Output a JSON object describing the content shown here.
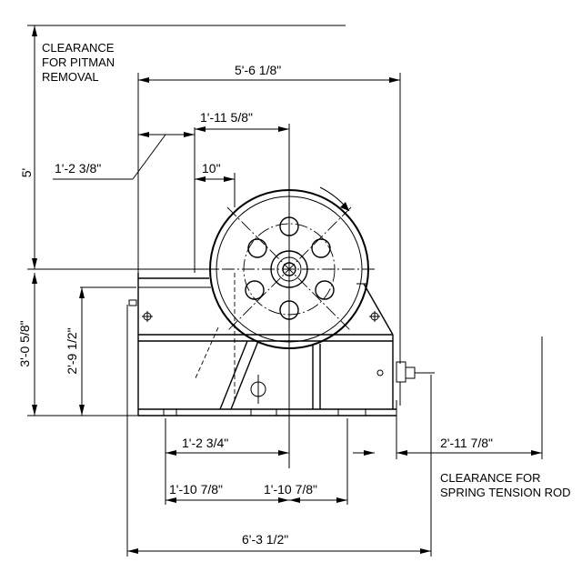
{
  "dimensions": {
    "clearance_height": "5'",
    "overall_depth": "5'-6 1/8\"",
    "flywheel_center_offset": "1'-11 5/8\"",
    "left_offset": "1'-2 3/8\"",
    "inner_offset": "10\"",
    "overall_height": "3'-0 5/8\"",
    "frame_height": "2'-9 1/2\"",
    "foot_offset": "1'-2 3/4\"",
    "foot_spacing_left": "1'-10 7/8\"",
    "foot_spacing_right": "1'-10 7/8\"",
    "spring_clearance": "2'-11 7/8\"",
    "overall_length": "6'-3 1/2\""
  },
  "notes": {
    "pitman_line1": "CLEARANCE",
    "pitman_line2": "FOR PITMAN",
    "pitman_line3": "REMOVAL",
    "spring_line1": "CLEARANCE FOR",
    "spring_line2": "SPRING TENSION ROD"
  }
}
